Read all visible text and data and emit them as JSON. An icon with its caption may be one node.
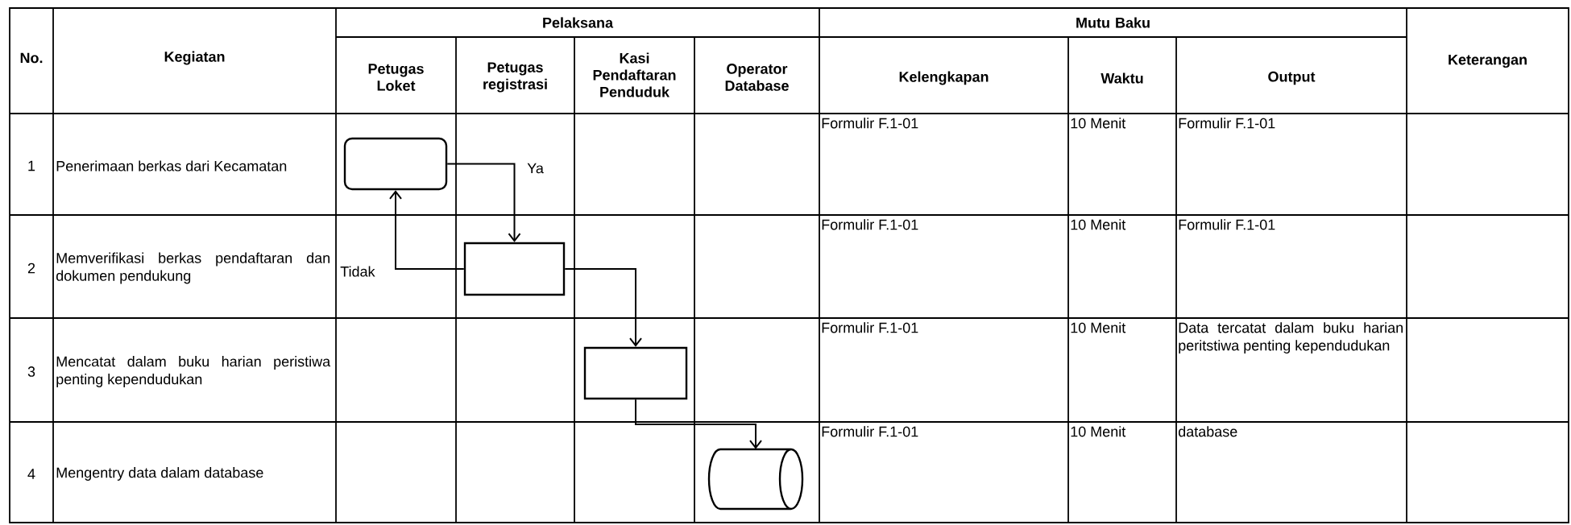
{
  "diagram": {
    "nodes": [
      {
        "text": [],
        "shape": "box"
      },
      {
        "text": [],
        "shape": "box"
      },
      {
        "text": [],
        "shape": "box"
      },
      {
        "text": [],
        "shape": "cylinder"
      }
    ],
    "edges": [
      {
        "from": 0,
        "to": 1,
        "arrow": "to",
        "label": "Ya"
      },
      {
        "from": 1,
        "to": 0,
        "arrow": "to",
        "label": "Tidak"
      },
      {
        "from": 1,
        "to": 2,
        "arrow": "to"
      },
      {
        "from": 2,
        "to": 3,
        "arrow": "to"
      }
    ],
    "labels": [
      "No.",
      "Kegiatan",
      "Pelaksana",
      "Mutu Baku",
      "Keterangan",
      "Petugas Loket",
      "Petugas registrasi",
      "Kasi Pendaftaran Penduduk",
      "Operator Database",
      "Kelengkapan",
      "Waktu",
      "Output",
      "1",
      "Penerimaan berkas dari Kecamatan",
      "Formulir F.1-01",
      "10 Menit",
      "Formulir F.1-01",
      "2",
      "Memverifikasi berkas pendaftaran dan dokumen pendukung",
      "Formulir F.1-01",
      "10 Menit",
      "Formulir F.1-01",
      "3",
      "Mencatat dalam buku harian peristiwa penting kependudukan",
      "Formulir F.1-01",
      "10 Menit",
      "Data tercatat dalam buku harian peritstiwa penting kependudukan",
      "4",
      "Mengentry data dalam database",
      "Formulir F.1-01",
      "10 Menit",
      "database"
    ]
  }
}
